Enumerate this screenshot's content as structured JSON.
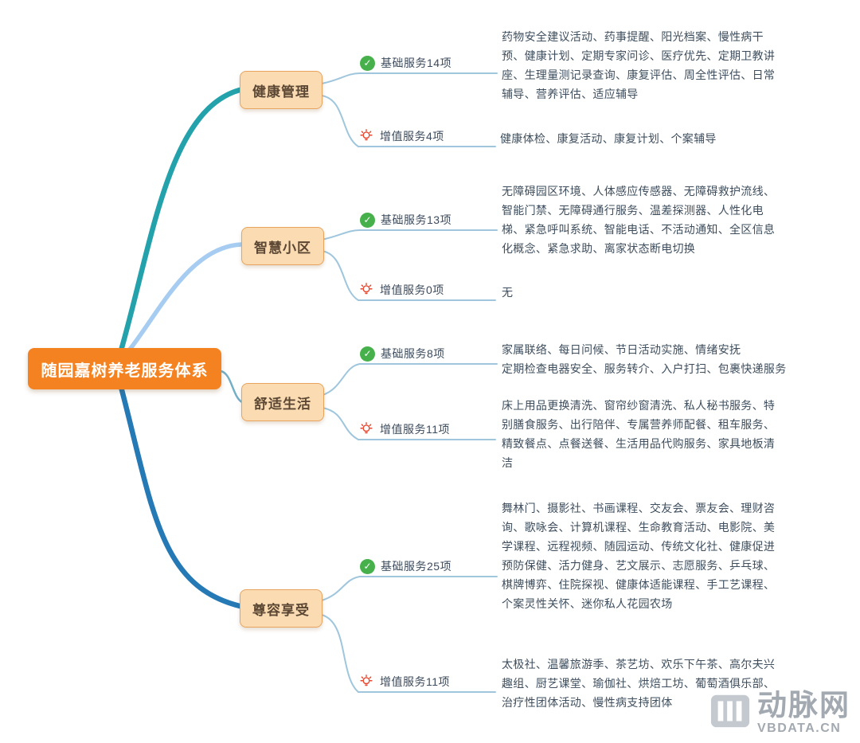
{
  "root": {
    "label": "随园嘉树养老服务体系"
  },
  "icons": {
    "check": "✓"
  },
  "branches": [
    {
      "label": "健康管理",
      "basic": {
        "label": "基础服务14项",
        "items": "药物安全建议活动、药事提醒、阳光档案、慢性病干预、健康计划、定期专家问诊、医疗优先、定期卫教讲座、生理量测记录查询、康复评估、周全性评估、日常辅导、营养评估、适应辅导"
      },
      "value": {
        "label": "增值服务4项",
        "items": "健康体检、康复活动、康复计划、个案辅导"
      }
    },
    {
      "label": "智慧小区",
      "basic": {
        "label": "基础服务13项",
        "items": "无障碍园区环境、人体感应传感器、无障碍救护流线、智能门禁、无障碍通行服务、温差探测器、人性化电梯、紧急呼叫系统、智能电话、不活动通知、全区信息化概念、紧急求助、离家状态断电切换"
      },
      "value": {
        "label": "增值服务0项",
        "items": "无"
      }
    },
    {
      "label": "舒适生活",
      "basic": {
        "label": "基础服务8项",
        "items": "家属联络、每日问候、节日活动实施、情绪安抚\n定期检查电器安全、服务转介、入户打扫、包裹快递服务"
      },
      "value": {
        "label": "增值服务11项",
        "items": "床上用品更换清洗、窗帘纱窗清洗、私人秘书服务、特别膳食服务、出行陪伴、专属营养师配餐、租车服务、精致餐点、点餐送餐、生活用品代购服务、家具地板清洁"
      }
    },
    {
      "label": "尊容享受",
      "basic": {
        "label": "基础服务25项",
        "items": "舞林门、摄影社、书画课程、交友会、票友会、理财咨询、歌咏会、计算机课程、生命教育活动、电影院、美学课程、远程视频、随园运动、传统文化社、健康促进预防保健、活力健身、艺文展示、志愿服务、乒乓球、棋牌博弈、住院探视、健康体适能课程、手工艺课程、个案灵性关怀、迷你私人花园农场"
      },
      "value": {
        "label": "增值服务11项",
        "items": "太极社、温馨旅游季、茶艺坊、欢乐下午茶、高尔夫兴趣组、厨艺课堂、瑜伽社、烘焙工坊、葡萄酒俱乐部、治疗性团体活动、慢性病支持团体"
      }
    }
  ],
  "watermark": {
    "brand": "动脉网",
    "site": "VBDATA.CN"
  },
  "colors": {
    "root_orange": "#F58220",
    "branch_fill": "#FBDCB2",
    "branch_border": "#E8A35E",
    "curve_teal": "#23A2AC",
    "curve_light_blue": "#A6CDF1",
    "curve_thin_teal": "#74AEC7",
    "curve_blue": "#2579B5",
    "connector": "#9FC6DD",
    "check_green": "#46B14B",
    "bulb_red": "#E8472E"
  }
}
